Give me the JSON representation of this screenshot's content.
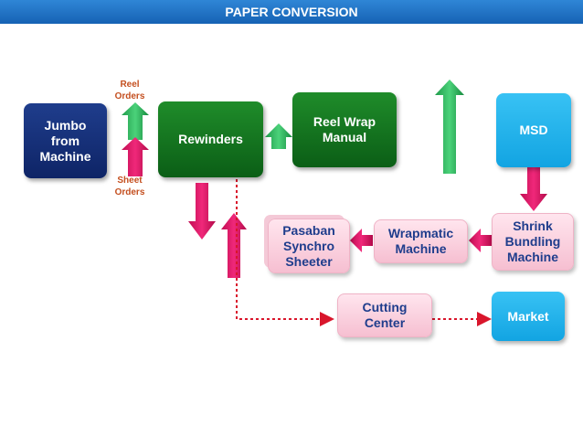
{
  "title": "PAPER CONVERSION",
  "nodes": {
    "jumbo": "Jumbo\nfrom\nMachine",
    "rewinders": "Rewinders",
    "reel_wrap": "Reel Wrap\nManual",
    "msd": "MSD",
    "pasaban": "Pasaban\nSynchro\nSheeter",
    "wrapmatic": "Wrapmatic\nMachine",
    "shrink": "Shrink\nBundling\nMachine",
    "cutting": "Cutting\nCenter",
    "market": "Market"
  },
  "labels": {
    "reel_orders": "Reel\nOrders",
    "sheet_orders": "Sheet\nOrders"
  },
  "colors": {
    "title_bar": "#1e6fc4",
    "green_arrow": "#2eb35c",
    "magenta_arrow": "#e0115f",
    "dashed_line": "#d9162c"
  }
}
